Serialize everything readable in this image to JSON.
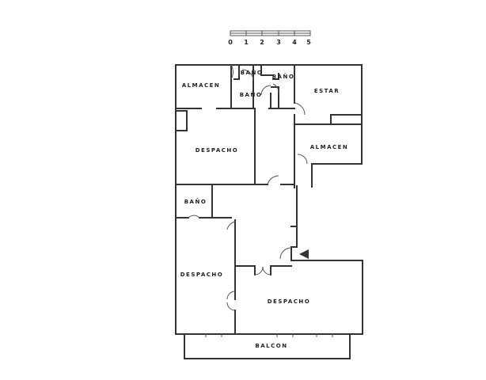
{
  "scale_bar": {
    "ticks": [
      "0",
      "1",
      "2",
      "3",
      "4",
      "5"
    ]
  },
  "rooms": {
    "almacen_top": "ALMACEN",
    "bano_1": "BAÑO",
    "bano_2": "BAÑO",
    "bano_3": "BAÑO",
    "estar": "ESTAR",
    "despacho_top": "DESPACHO",
    "almacen_right": "ALMACEN",
    "bano_lower": "BAÑO",
    "despacho_left": "DESPACHO",
    "despacho_main": "DESPACHO",
    "balcon": "BALCON"
  },
  "colors": {
    "wall": "#333333",
    "background": "#ffffff"
  }
}
